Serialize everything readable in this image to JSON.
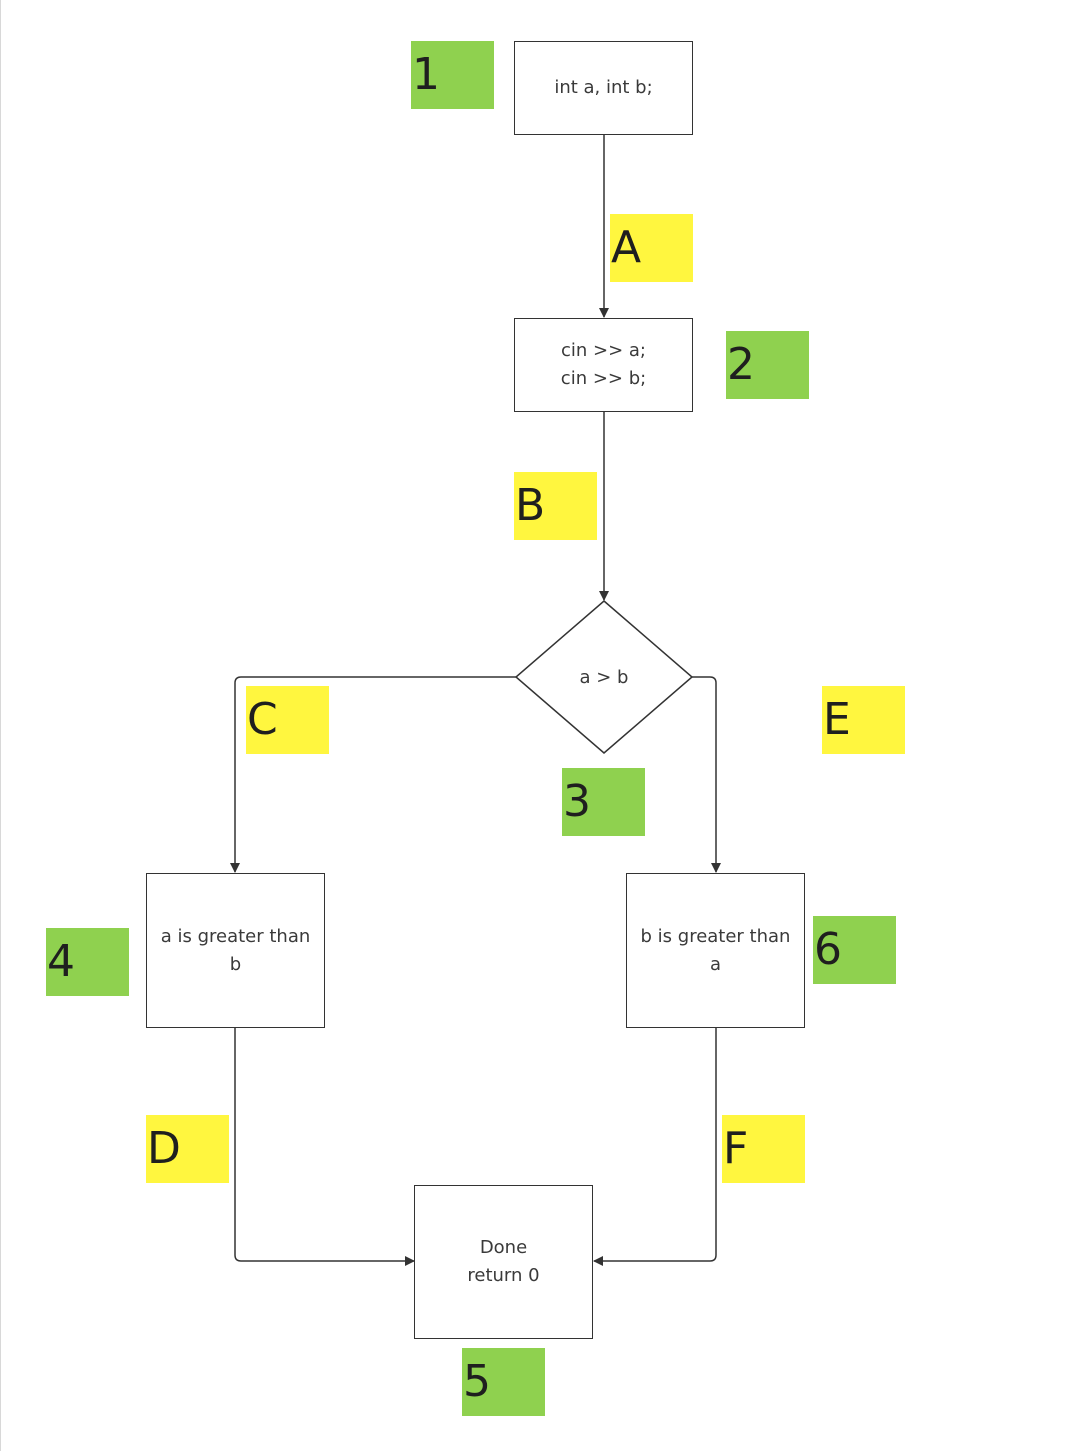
{
  "colors": {
    "step_note": "#8fd14f",
    "edge_note": "#fff63f",
    "stroke": "#333333",
    "text": "#3a3a3a"
  },
  "nodes": {
    "declare": "int a, int b;",
    "input": "cin >> a;\ncin >> b;",
    "decision": "a > b",
    "a_greater": "a is greater than\nb",
    "b_greater": "b is greater than\na",
    "done": "Done\nreturn 0"
  },
  "step_notes": {
    "n1": "1",
    "n2": "2",
    "n3": "3",
    "n4": "4",
    "n5": "5",
    "n6": "6"
  },
  "edge_notes": {
    "A": "A",
    "B": "B",
    "C": "C",
    "D": "D",
    "E": "E",
    "F": "F"
  }
}
